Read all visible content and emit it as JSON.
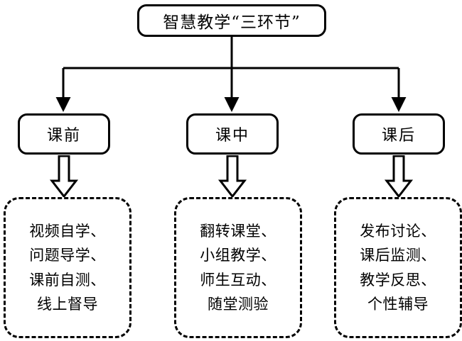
{
  "diagram": {
    "title_node": {
      "label": "智慧教学“三环节”"
    },
    "stages": [
      {
        "label": "课前"
      },
      {
        "label": "课中"
      },
      {
        "label": "课后"
      }
    ],
    "details": [
      {
        "lines": [
          "视频自学、",
          "问题导学、",
          "课前自测、",
          "线上督导"
        ]
      },
      {
        "lines": [
          "翻转课堂、",
          "小组教学、",
          "师生互动、",
          "随堂测验"
        ]
      },
      {
        "lines": [
          "发布讨论、",
          "课后监测、",
          "教学反思、",
          "个性辅导"
        ]
      }
    ],
    "colors": {
      "stroke": "#000000",
      "fill": "#ffffff",
      "text": "#000000"
    }
  }
}
